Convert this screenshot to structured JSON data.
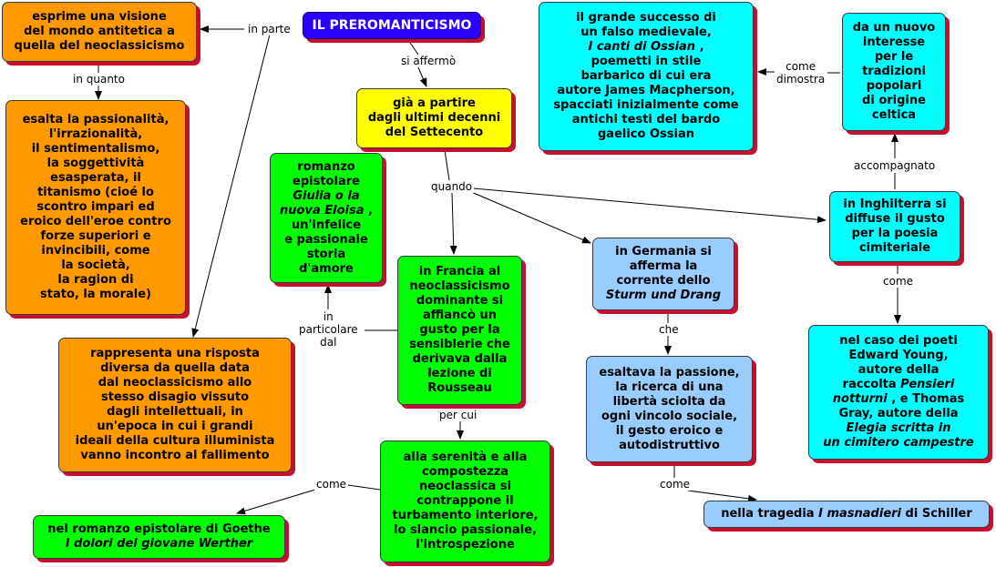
{
  "nodes": {
    "title": "IL PREROMANTICISMO",
    "visione": "esprime una visione\ndel mondo antitetica a\nquella del neoclassicismo",
    "passionalita": "esalta  la passionalità,\nl'irrazionalità,\nil sentimentalismo,\nla soggettività\nesasperata, il\ntitanismo (cioé lo\nscontro impari ed\neroico dell'eroe contro\nforze superiori e\ninvincibili, come\nla società,\nla ragion di\nstato, la morale)",
    "risposta": "rappresenta una risposta\ndiversa da quella data\ndal neoclassicismo allo\nstesso disagio vissuto\ndagli intellettuali, in\nun'epoca in cui i grandi\nideali della cultura illuminista\nvanno incontro al fallimento",
    "settecento": "già a partire\ndagli ultimi decenni\ndel Settecento",
    "giulia_a": "romanzo\nepistolare",
    "giulia_b": "Giulia o la\nnuova Eloisa",
    "giulia_c": " ,\nun'infelice\ne passionale\nstoria\nd'amore",
    "francia": "in Francia al\nneoclassicismo\ndominante si\naffiancò un\ngusto per la\nsensiblerie che\nderivava dalla\nlezione di\nRousseau",
    "serenita": "alla serenità e alla\ncompostezza\nneoclassica si\ncontrappone il\nturbamento interiore,\nlo slancio passionale,\nl'introspezione",
    "goethe_a": "nel romanzo epistolare di Goethe",
    "goethe_b": "I dolori del giovane Werther",
    "germania_a": "in Germania si\nafferma la\ncorrente dello",
    "germania_b": "Sturm und Drang",
    "esaltava": "esaltava la passione,\nla ricerca di una\nlibertà sciolta da\nogni vincolo sociale,\nil gesto eroico e\nautodistruttivo",
    "schiller_a": "nella tragedia ",
    "schiller_b": "I masnadieri",
    "schiller_c": "  di Schiller",
    "ossian_a": "il grande successo di\nun falso medievale,",
    "ossian_b": "I canti di Ossian",
    "ossian_c": " ,\npoemetti in stile\nbarbarico di cui era\nautore James Macpherson,\nspacciati inizialmente come\nantichi testi del bardo\ngaelico Ossian",
    "celtica": "da un nuovo\ninteresse\nper le\ntradizioni\npopolari\ndi origine\nceltica",
    "inghilterra": "in Inghilterra si\ndiffuse il gusto\nper la poesia\ncimiteriale",
    "young_a": "nel caso dei poeti\nEdward Young,\nautore della\nraccolta  ",
    "young_b": "Pensieri\nnotturni",
    "young_c": " , e Thomas\nGray, autore della\n",
    "young_d": "Elegia scritta in\nun cimitero campestre"
  },
  "links": {
    "in_parte": "in parte",
    "in_quanto": "in quanto",
    "si_affermo": "si affermò",
    "quando": "quando",
    "in_particolare": "in\nparticolare\ndal",
    "per_cui": "per cui",
    "come_goethe": "come",
    "che": "che",
    "come_schiller": "come",
    "come_dimostra": "come\ndimostra",
    "accompagnato": "accompagnato",
    "come_young": "come"
  }
}
